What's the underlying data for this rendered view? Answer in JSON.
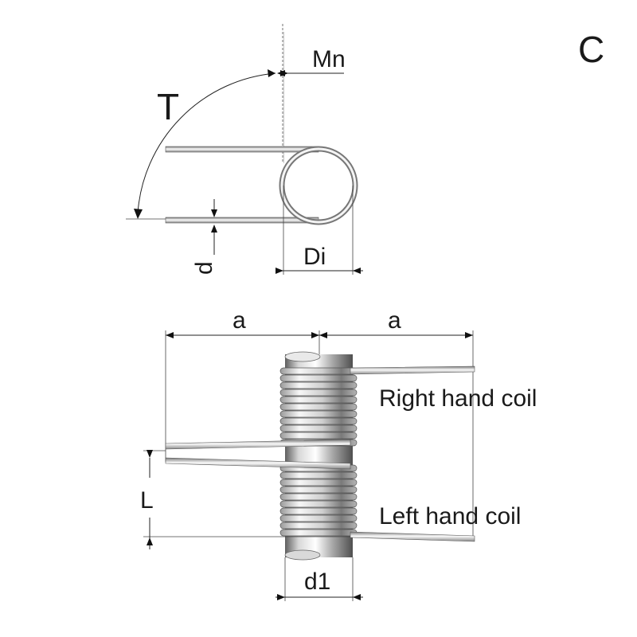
{
  "diagram": {
    "panel_letter": "C",
    "top_view": {
      "angle_label": "T",
      "offset_label": "Mn",
      "wire_label": "d",
      "inner_diameter_label": "Di"
    },
    "side_view": {
      "leg_left_label": "a",
      "leg_right_label": "a",
      "length_label": "L",
      "mandrel_label": "d1",
      "right_coil_caption": "Right hand coil",
      "left_coil_caption": "Left hand coil"
    },
    "colors": {
      "steel_light": "#f2f2f2",
      "steel_dark": "#6e6e6e",
      "line": "#222222"
    }
  }
}
